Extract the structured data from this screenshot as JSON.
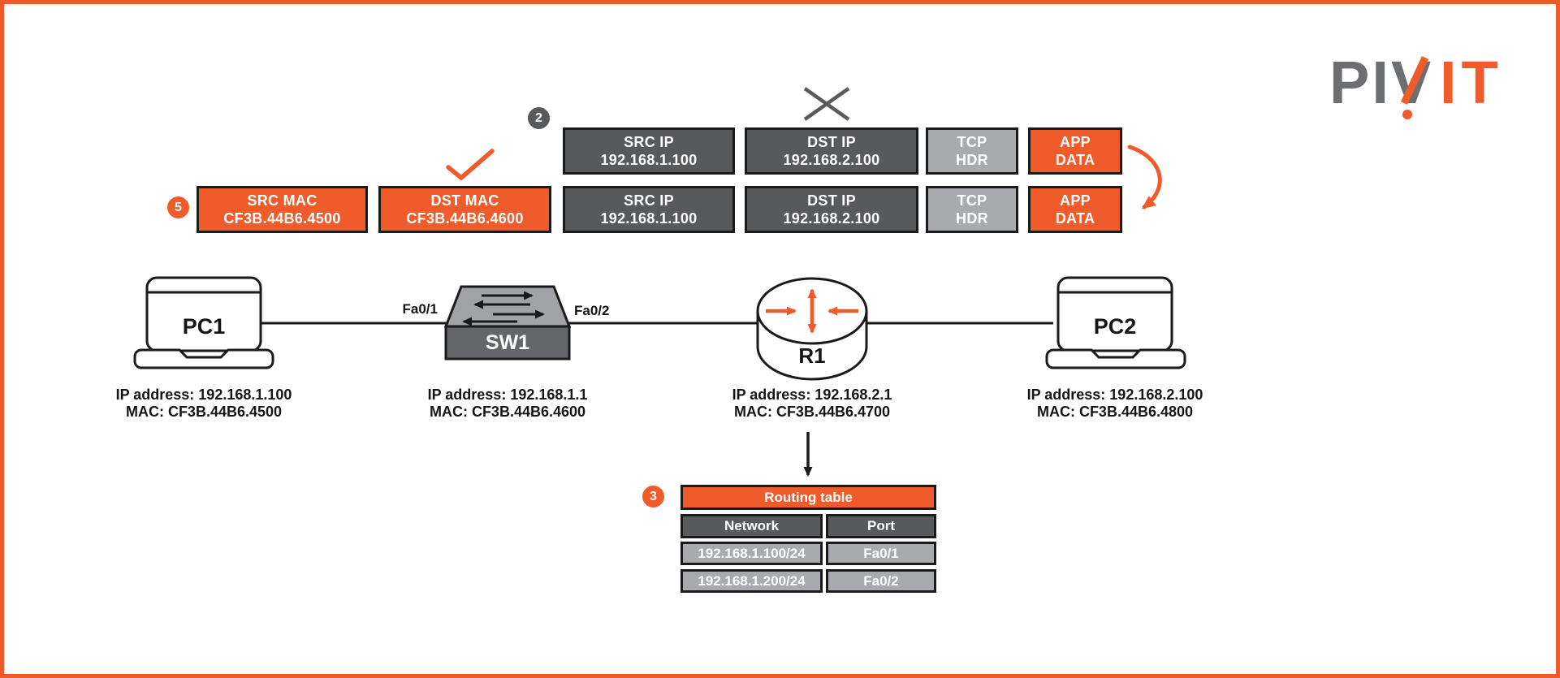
{
  "brand": {
    "gray_part": "PIV",
    "orange_part": "IT"
  },
  "colors": {
    "accent_orange": "#EF5B2B",
    "dark_gray": "#58595B",
    "light_gray": "#A8AAAD",
    "logo_gray": "#6D6E71",
    "ink": "#1A1A1A"
  },
  "icons": {
    "x_mark": "discard-cross",
    "check_mark": "accept-check",
    "curved_arrow": "reuse-data-arrow",
    "down_arrow": "lookup-arrow",
    "laptop": "laptop-shape",
    "switch": "switch-3d-box-with-arrows",
    "router": "router-cylinder-with-arrows"
  },
  "packet_row_top": {
    "badge": "2",
    "fields": [
      {
        "label": "SRC IP",
        "value": "192.168.1.100",
        "style": "dark"
      },
      {
        "label": "DST IP",
        "value": "192.168.2.100",
        "style": "dark"
      },
      {
        "label": "TCP",
        "value": "HDR",
        "style": "light"
      },
      {
        "label": "APP",
        "value": "DATA",
        "style": "orange"
      }
    ]
  },
  "packet_row_bottom": {
    "badge": "5",
    "fields": [
      {
        "label": "SRC MAC",
        "value": "CF3B.44B6.4500",
        "style": "orange"
      },
      {
        "label": "DST MAC",
        "value": "CF3B.44B6.4600",
        "style": "orange"
      },
      {
        "label": "SRC IP",
        "value": "192.168.1.100",
        "style": "dark"
      },
      {
        "label": "DST IP",
        "value": "192.168.2.100",
        "style": "dark"
      },
      {
        "label": "TCP",
        "value": "HDR",
        "style": "light"
      },
      {
        "label": "APP",
        "value": "DATA",
        "style": "orange"
      }
    ]
  },
  "devices": [
    {
      "name": "PC1",
      "type": "laptop",
      "ip_label": "IP address: 192.168.1.100",
      "mac_label": "MAC: CF3B.44B6.4500"
    },
    {
      "name": "SW1",
      "type": "switch",
      "ip_label": "IP address: 192.168.1.1",
      "mac_label": "MAC: CF3B.44B6.4600"
    },
    {
      "name": "R1",
      "type": "router",
      "ip_label": "IP address: 192.168.2.1",
      "mac_label": "MAC: CF3B.44B6.4700"
    },
    {
      "name": "PC2",
      "type": "laptop",
      "ip_label": "IP address: 192.168.2.100",
      "mac_label": "MAC: CF3B.44B6.4800"
    }
  ],
  "interfaces": {
    "left": "Fa0/1",
    "right": "Fa0/2"
  },
  "routing_table": {
    "badge": "3",
    "title": "Routing table",
    "columns": [
      "Network",
      "Port"
    ],
    "rows": [
      [
        "192.168.1.100/24",
        "Fa0/1"
      ],
      [
        "192.168.1.200/24",
        "Fa0/2"
      ]
    ]
  }
}
